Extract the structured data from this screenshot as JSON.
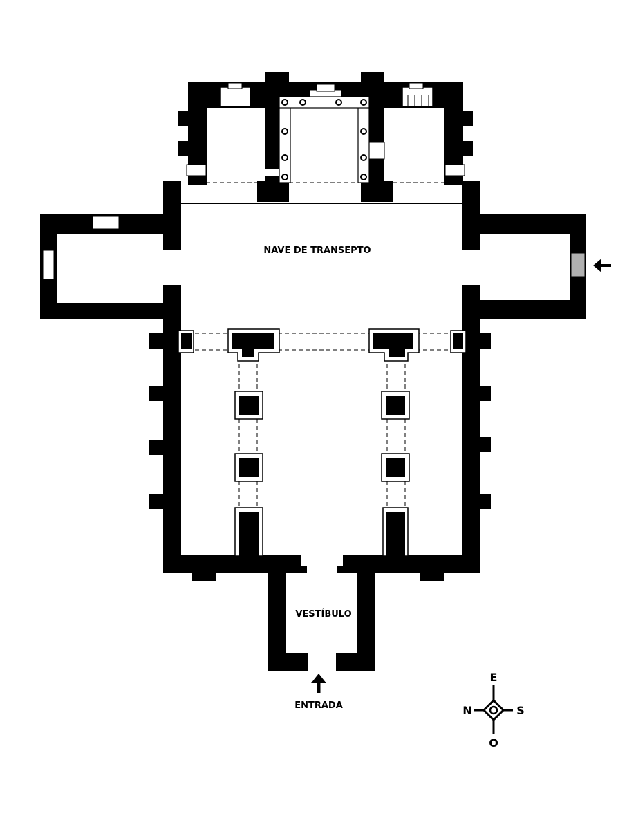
{
  "labels": {
    "transept": "NAVE DE TRANSEPTO",
    "vestibule": "VESTÍBULO",
    "entrance": "ENTRADA"
  },
  "compass": {
    "north": "N",
    "south": "S",
    "east": "E",
    "west": "O"
  },
  "colors": {
    "wall": "#000000",
    "background": "#ffffff",
    "window_grey": "#b0b0b0"
  }
}
